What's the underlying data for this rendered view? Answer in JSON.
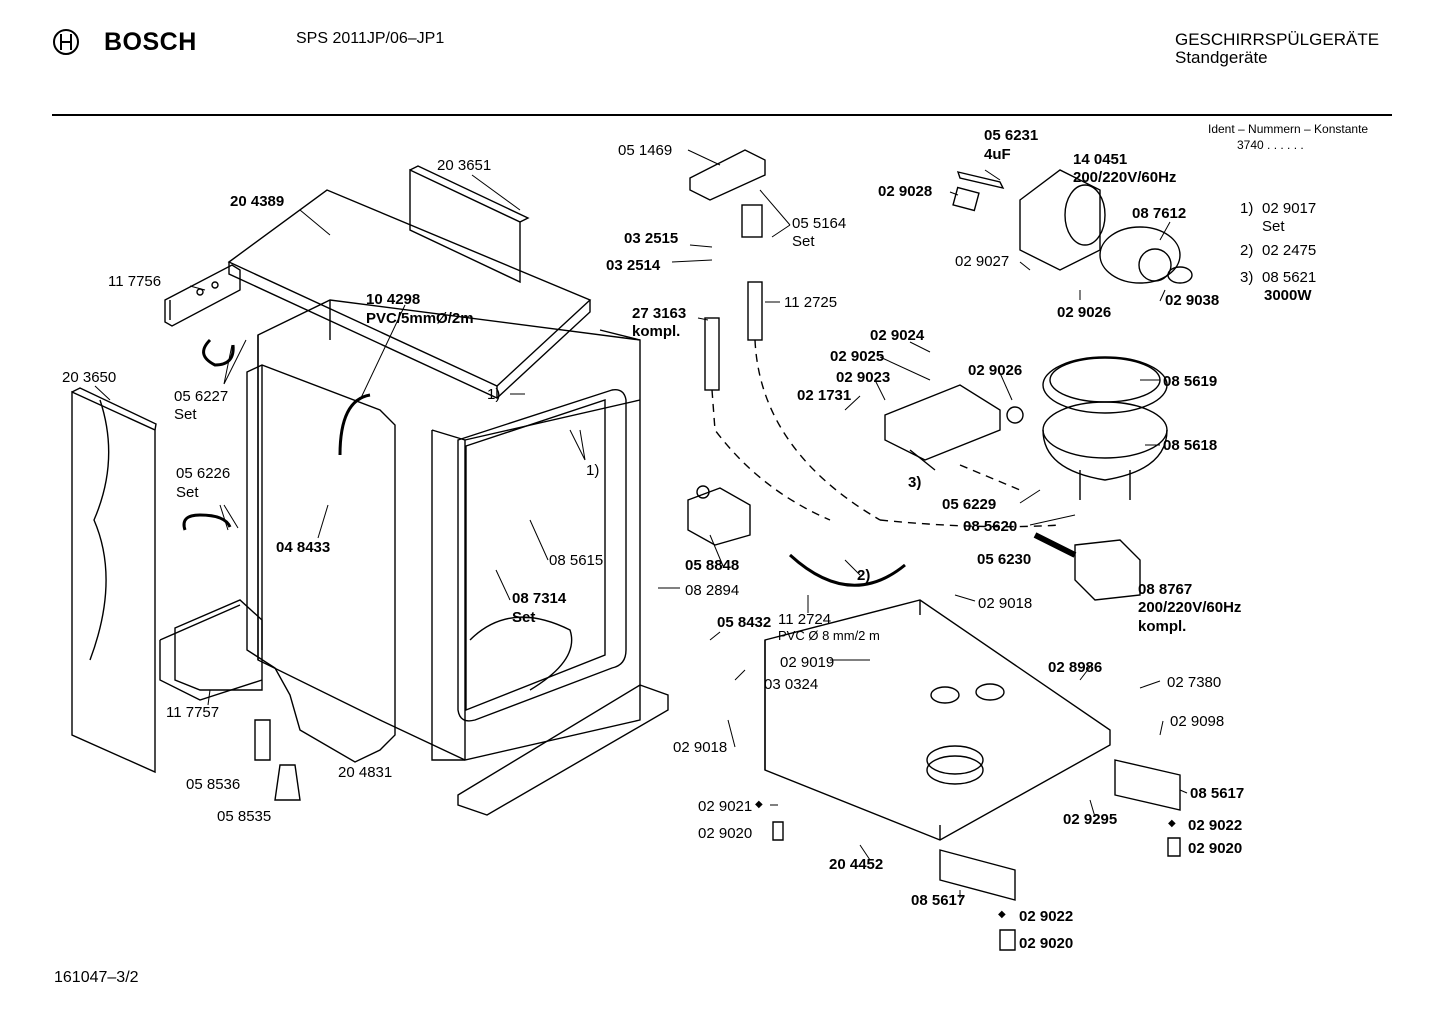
{
  "header": {
    "brand": "BOSCH",
    "model": "SPS 2011JP/06–JP1",
    "category_line1": "GESCHIRRSPÜLGERÄTE",
    "category_line2": "Standgeräte",
    "logo_icon": "bosch-armature-icon"
  },
  "ident": {
    "title": "Ident – Nummern – Konstante",
    "value": "3740  .  .   .  .  .  ."
  },
  "notes": [
    {
      "key": "1)",
      "number": "02 9017",
      "extra": "Set"
    },
    {
      "key": "2)",
      "number": "02 2475",
      "extra": ""
    },
    {
      "key": "3)",
      "number": "08 5621",
      "extra": "3000W"
    }
  ],
  "footer": {
    "drawing_id": "161047–3/2"
  },
  "parts": {
    "p203651": "20 3651",
    "p204389": "20 4389",
    "p117756": "11 7756",
    "p104298": "10 4298",
    "p104298b": "PVC/5mmØ/2m",
    "p203650": "20 3650",
    "p056227": "05 6227",
    "p056227s": "Set",
    "p056226": "05 6226",
    "p056226s": "Set",
    "p048433": "04 8433",
    "p117757": "11 7757",
    "p058536": "05 8536",
    "p058535": "05 8535",
    "p204831": "20 4831",
    "p1a": "1)",
    "p1b": "1)",
    "p085615": "08 5615",
    "p087314": "08 7314",
    "p087314s": "Set",
    "p082894": "08 2894",
    "p051469": "05 1469",
    "p055164": "05 5164",
    "p055164s": "Set",
    "p032515": "03 2515",
    "p032514": "03 2514",
    "p273163": "27 3163",
    "p273163k": "kompl.",
    "p112725": "11 2725",
    "p056231": "05 6231",
    "p056231u": "4uF",
    "p140451": "14 0451",
    "p140451v": "200/220V/60Hz",
    "p029028": "02 9028",
    "p087612": "08 7612",
    "p029027": "02 9027",
    "p029026a": "02 9026",
    "p029038": "02 9038",
    "p029024": "02 9024",
    "p029025": "02 9025",
    "p029023": "02 9023",
    "p021731": "02 1731",
    "p029026b": "02 9026",
    "p085619": "08 5619",
    "p085618": "08 5618",
    "p3": "3)",
    "p056229": "05 6229",
    "p085620": "08 5620",
    "p056230": "05 6230",
    "p058848": "05 8848",
    "p2": "2)",
    "p112724": "11 2724",
    "p112724b": "PVC  Ø 8 mm/2 m",
    "p088767": "08 8767",
    "p088767v": "200/220V/60Hz",
    "p088767k": "kompl.",
    "p029018a": "02 9018",
    "p058432": "05 8432",
    "p029019": "02 9019",
    "p030324": "03 0324",
    "p028986": "02 8986",
    "p027380": "02 7380",
    "p029098": "02 9098",
    "p029018b": "02 9018",
    "p029021": "02 9021",
    "p029020a": "02 9020",
    "p085617a": "08 5617",
    "p029295": "02 9295",
    "p029022a": "02 9022",
    "p029020b": "02 9020",
    "p204452": "20 4452",
    "p085617b": "08 5617",
    "p029022b": "02 9022",
    "p029020c": "02 9020"
  }
}
